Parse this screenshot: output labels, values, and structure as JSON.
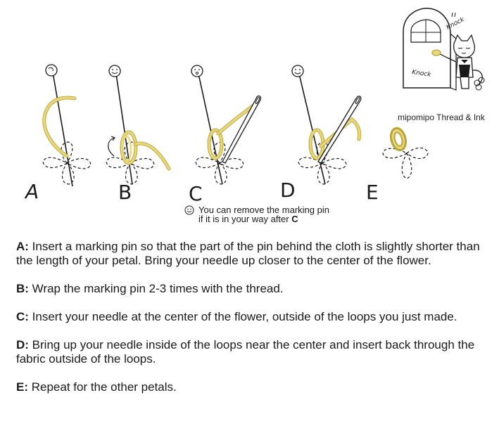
{
  "panels": [
    {
      "letter": "A"
    },
    {
      "letter": "B"
    },
    {
      "letter": "C"
    },
    {
      "letter": "D"
    },
    {
      "letter": "E"
    }
  ],
  "illustration": {
    "knock_top": "Knock",
    "knock_side": "Knock",
    "brand": "mipomipo Thread & Ink"
  },
  "note": {
    "line1": "You can remove the marking pin",
    "line2_prefix": "if it is in your way after ",
    "line2_bold": "C"
  },
  "steps": [
    {
      "label": "A:",
      "text": " Insert a marking pin so that the part of the pin behind the cloth is slightly shorter than the length of your petal. Bring your needle up closer to the center of the flower."
    },
    {
      "label": "B:",
      "text": " Wrap the marking pin 2-3 times with the thread."
    },
    {
      "label": "C:",
      "text": " Insert your needle at the center of the flower, outside of the loops you just made."
    },
    {
      "label": "D:",
      "text": " Bring up your needle inside of the loops near the center and insert back through the fabric outside of the loops."
    },
    {
      "label": "E:",
      "text": " Repeat for the other petals."
    }
  ],
  "colors": {
    "thread": "#e9d77a",
    "thread_stroke": "#b8a63a",
    "ink": "#1a1a1a"
  }
}
